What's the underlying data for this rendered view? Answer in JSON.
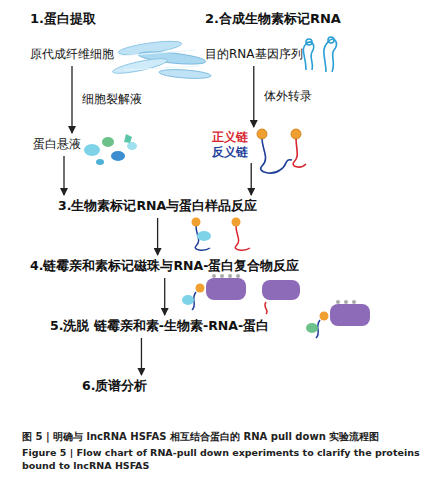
{
  "diagram": {
    "caption": "图 5 | 明确与 lncRNA HSFAS 相互结合蛋白的 RNA pull down 实验流程图",
    "nodes": [
      {
        "text": [
          "1.蛋白提取"
        ]
      },
      {
        "text": [
          "2.合成生物素标记RNA"
        ]
      },
      {
        "text": [
          "原代成纤维细胞"
        ]
      },
      {
        "text": [
          "目的RNA基因序列"
        ]
      },
      {
        "text": [
          "蛋白悬液"
        ]
      },
      {
        "text": [
          "正义链",
          "反义链"
        ]
      },
      {
        "text": [
          "3.生物素标记RNA与蛋白样品反应"
        ]
      },
      {
        "text": [
          "4.链霉亲和素标记磁珠与RNA-蛋白复合物反应"
        ]
      },
      {
        "text": [
          "5.洗脱 链霉亲和素-生物素-RNA-蛋白"
        ]
      },
      {
        "text": [
          "6.质谱分析"
        ]
      }
    ],
    "edges": [
      {
        "from": 2,
        "to": 4,
        "label": "细胞裂解液",
        "arrow": "to"
      },
      {
        "from": 3,
        "to": 5,
        "label": "体外转录",
        "arrow": "to"
      },
      {
        "from": 4,
        "to": 6,
        "arrow": "to"
      },
      {
        "from": 5,
        "to": 6,
        "arrow": "to"
      },
      {
        "from": 6,
        "to": 7,
        "arrow": "to"
      },
      {
        "from": 7,
        "to": 8,
        "arrow": "to"
      },
      {
        "from": 8,
        "to": 9,
        "arrow": "to"
      }
    ],
    "labels": [
      "Figure 5 | Flow chart of RNA-pull down experiments to clarify the proteins bound to lncRNA HSFAS"
    ]
  }
}
